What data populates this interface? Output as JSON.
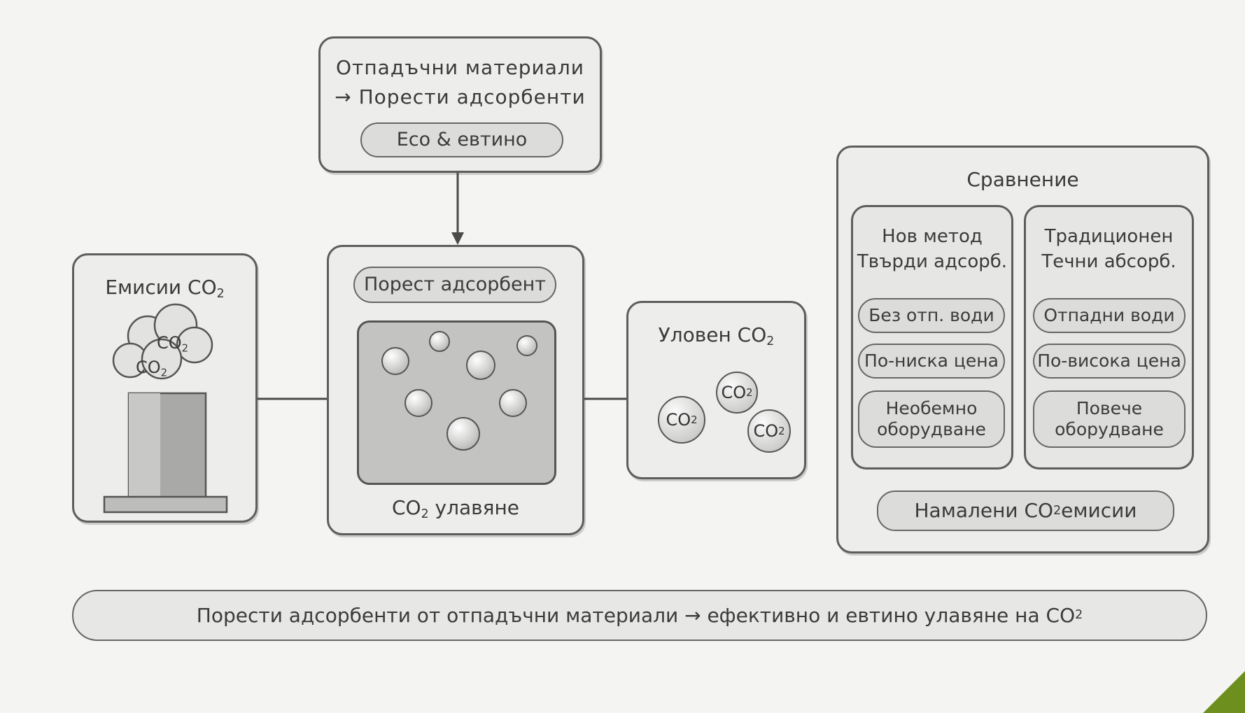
{
  "waste_box": {
    "line1": "Отпадъчни материали",
    "line2": "→ Порести адсорбенти",
    "badge": "Eco & евтино"
  },
  "emissions_box": {
    "title": "Емисии CO",
    "title_sub": "2",
    "cloud_label_1": "CO",
    "cloud_label_2": "CO",
    "cloud_sub": "2"
  },
  "capture_box": {
    "badge": "Порест адсорбент",
    "caption_pre": "CO",
    "caption_sub": "2",
    "caption_post": " улавяне"
  },
  "captured_box": {
    "title": "Уловен CO",
    "title_sub": "2",
    "molecule_label": "CO",
    "molecule_sub": "2"
  },
  "comparison": {
    "title": "Сравнение",
    "new_method": {
      "title1": "Нов метод",
      "title2": "Твърди адсорб.",
      "items": [
        "Без отп. води",
        "По-ниска цена",
        "Необемно оборудване"
      ]
    },
    "traditional": {
      "title1": "Традиционен",
      "title2": "Течни абсорб.",
      "items": [
        "Отпадни води",
        "По-висока цена",
        "Повече оборудване"
      ]
    },
    "result_pre": "Намалени CO",
    "result_sub": "2",
    "result_post": " емисии"
  },
  "summary": {
    "text": "Порести адсорбенти от отпадъчни материали → ефективно и евтино улавяне на CO",
    "sub": "2"
  },
  "colors": {
    "stroke": "#5d5d5d",
    "fill": "#ededeb",
    "accent_corner": "#6c8f1e"
  }
}
